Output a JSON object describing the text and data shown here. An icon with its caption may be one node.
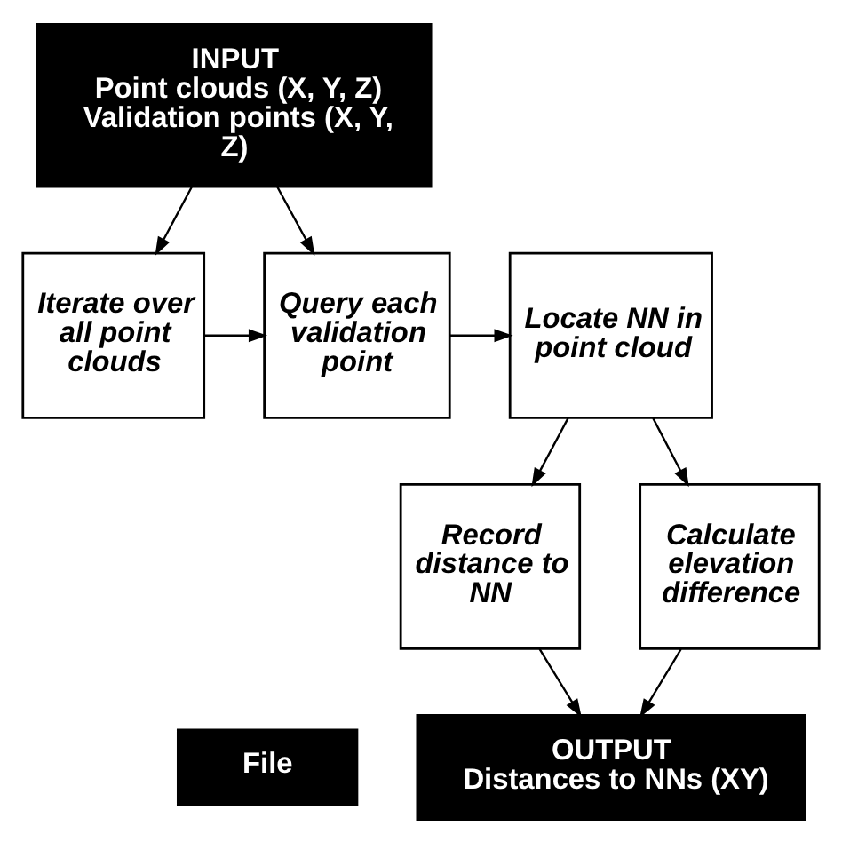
{
  "diagram": {
    "nodes": [
      {
        "text": [
          "INPUT",
          "Point clouds (X, Y, Z) Validation points (X, Y, Z)"
        ]
      },
      {
        "text": [
          "Iterate over all point clouds"
        ]
      },
      {
        "text": [
          "Query each validation point"
        ]
      },
      {
        "text": [
          "Locate NN in point cloud"
        ]
      },
      {
        "text": [
          "Record distance to NN"
        ]
      },
      {
        "text": [
          "Calculate elevation difference"
        ]
      },
      {
        "text": [
          "OUTPUT",
          "Distances to NNs (XY)"
        ]
      }
    ],
    "edges": [
      {
        "from": 0,
        "to": 1,
        "arrow": "to"
      },
      {
        "from": 0,
        "to": 2,
        "arrow": "to"
      },
      {
        "from": 1,
        "to": 2,
        "arrow": "to"
      },
      {
        "from": 2,
        "to": 3,
        "arrow": "to"
      },
      {
        "from": 3,
        "to": 4,
        "arrow": "to"
      },
      {
        "from": 3,
        "to": 5,
        "arrow": "to"
      },
      {
        "from": 4,
        "to": 6,
        "arrow": "to"
      },
      {
        "from": 5,
        "to": 6,
        "arrow": "to"
      }
    ],
    "legend": [
      {
        "text": "File",
        "color": "#000000"
      }
    ]
  }
}
